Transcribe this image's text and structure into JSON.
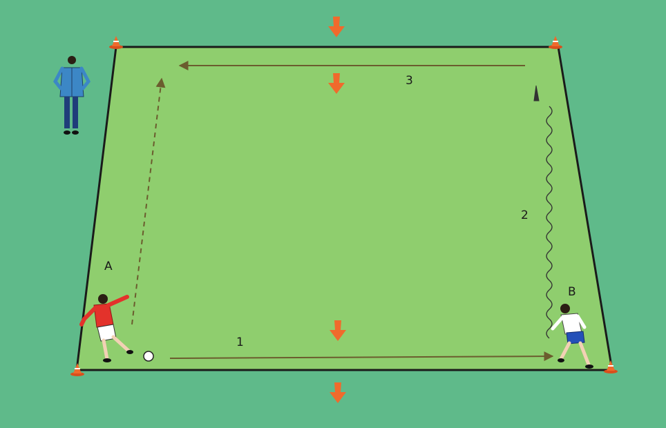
{
  "labels": {
    "player_a": "A",
    "player_b": "B",
    "step_1": "1",
    "step_2": "2",
    "step_3": "3"
  },
  "icons": {
    "coach": "coach-figure-icon",
    "player_a": "attacker-red-shirt-icon",
    "player_b": "defender-white-shirt-icon",
    "ball": "soccer-ball-icon",
    "cone": "corner-cone-icon",
    "marker": "orange-marker-cone-icon"
  },
  "colors": {
    "background": "#5fba8a",
    "pitch": "#8fce6e",
    "pitch_line": "#1a1a1a",
    "arrow": "#6b5c2e",
    "cone": "#f06a2c",
    "player_a_shirt": "#e3322b",
    "player_b_shorts": "#2450b8",
    "coach_jacket": "#3c87c6"
  }
}
